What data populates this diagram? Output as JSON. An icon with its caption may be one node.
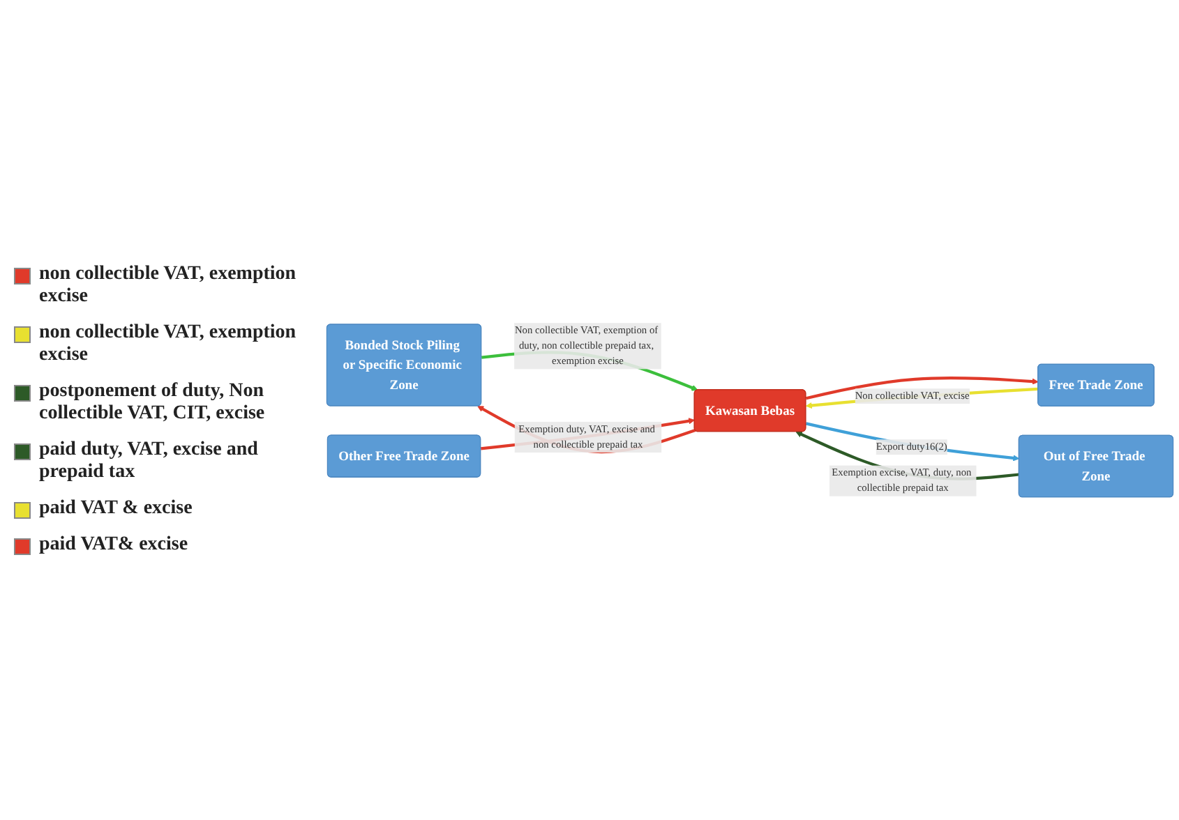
{
  "diagram": {
    "nodes": [
      {
        "text": [
          "Bonded Stock Piling or Specific Economic Zone"
        ]
      },
      {
        "text": [
          "Free Trade Zone"
        ]
      },
      {
        "text": [
          "Kawasan Bebas"
        ]
      },
      {
        "text": [
          "Out of Free Trade Zone"
        ]
      },
      {
        "text": [
          "Other Free Trade Zone"
        ]
      }
    ],
    "edges": [
      {
        "from": 2,
        "to": 0,
        "arrow": "to",
        "color": "#e03a2a"
      },
      {
        "from": 0,
        "to": 2,
        "arrow": "to",
        "label": "Non collectible VAT, exemption of duty, non collectible prepaid tax, exemption excise",
        "color": "#3cbf3c"
      },
      {
        "from": 1,
        "to": 2,
        "arrow": "to",
        "label": "Non collectible VAT, excise",
        "color": "#e8e030"
      },
      {
        "from": 2,
        "to": 1,
        "arrow": "to",
        "color": "#e03a2a"
      },
      {
        "from": 3,
        "to": 2,
        "arrow": "to",
        "label": "Exemption excise, VAT, duty, non collectible prepaid tax",
        "color": "#2d5a27"
      },
      {
        "from": 2,
        "to": 3,
        "arrow": "to",
        "label": "Export duty16(2)",
        "color": "#3fa0d8"
      },
      {
        "from": 4,
        "to": 2,
        "arrow": "to",
        "label": "Exemption duty, VAT, excise and non collectible prepaid tax",
        "color": "#e03a2a"
      }
    ],
    "legend": [
      {
        "text": "non collectible VAT, exemption excise",
        "color": "#e03a2a"
      },
      {
        "text": "non collectible VAT, exemption excise",
        "color": "#e8e030"
      },
      {
        "text": "postponement of duty, Non collectible VAT, CIT, excise",
        "color": "#2d5a27"
      },
      {
        "text": "paid duty, VAT, excise and prepaid tax",
        "color": "#2d5a27"
      },
      {
        "text": "paid VAT & excise",
        "color": "#e8e030"
      },
      {
        "text": "paid VAT& excise",
        "color": "#e03a2a"
      }
    ]
  }
}
